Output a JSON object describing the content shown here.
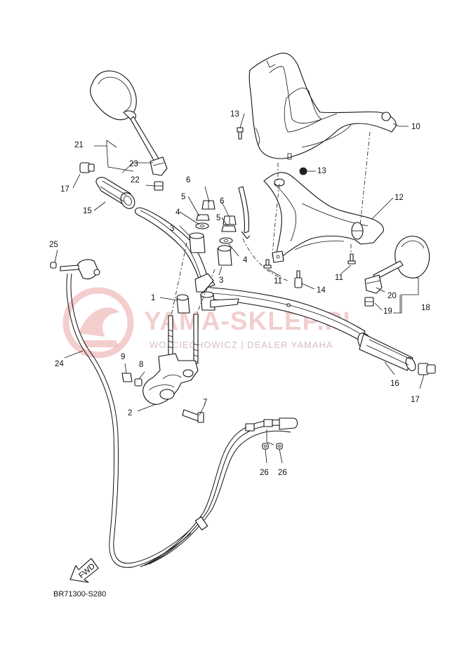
{
  "diagram": {
    "code": "BR71300-S280",
    "direction_arrow": "FWD",
    "watermark": {
      "main": "YAMA-SKLEP.PL",
      "sub": "WOJCIECHOWICZ | DEALER YAMAHA"
    },
    "callouts": {
      "c1": "1",
      "c2": "2",
      "c3a": "3",
      "c3b": "3",
      "c4a": "4",
      "c4b": "4",
      "c5a": "5",
      "c5b": "5",
      "c6a": "6",
      "c6b": "6",
      "c7": "7",
      "c8": "8",
      "c9": "9",
      "c10": "10",
      "c11a": "11",
      "c11b": "11",
      "c12": "12",
      "c13a": "13",
      "c13b": "13",
      "c14": "14",
      "c15": "15",
      "c16": "16",
      "c17a": "17",
      "c17b": "17",
      "c18": "18",
      "c19": "19",
      "c20": "20",
      "c21": "21",
      "c22": "22",
      "c23": "23",
      "c24": "24",
      "c25": "25",
      "c26a": "26",
      "c26b": "26"
    }
  }
}
